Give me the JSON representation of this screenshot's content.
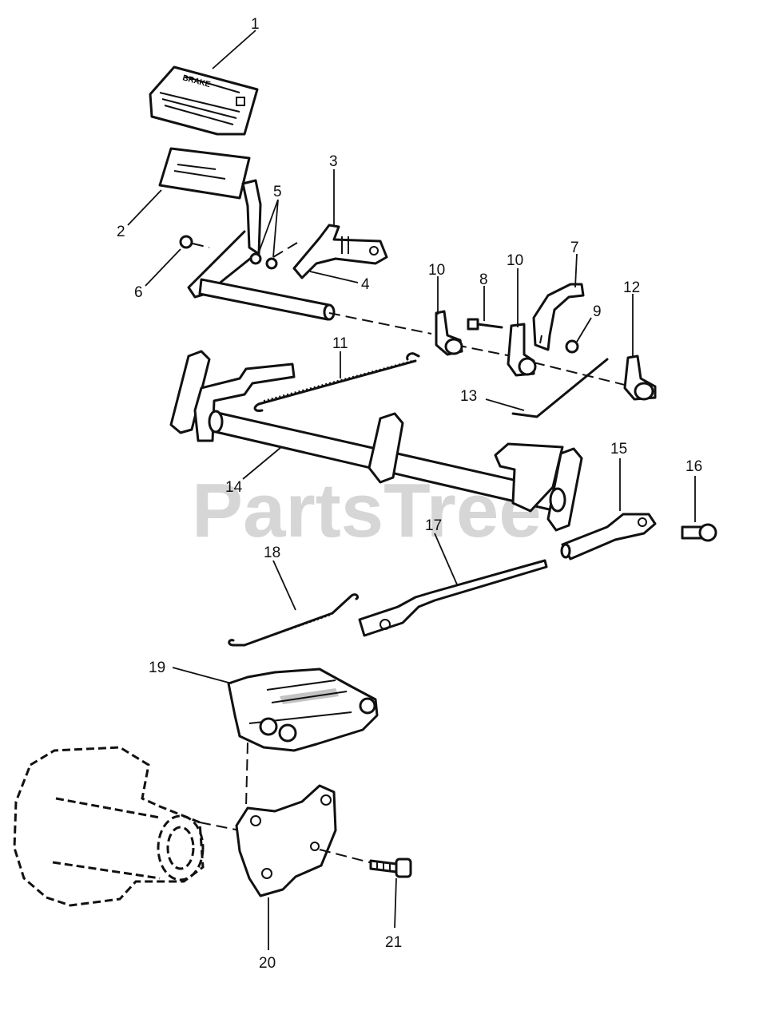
{
  "watermark": "PartsTree",
  "callouts": [
    {
      "id": "callout-1",
      "label": "1"
    },
    {
      "id": "callout-2",
      "label": "2"
    },
    {
      "id": "callout-3",
      "label": "3"
    },
    {
      "id": "callout-4",
      "label": "4"
    },
    {
      "id": "callout-5",
      "label": "5"
    },
    {
      "id": "callout-6",
      "label": "6"
    },
    {
      "id": "callout-7",
      "label": "7"
    },
    {
      "id": "callout-8",
      "label": "8"
    },
    {
      "id": "callout-9",
      "label": "9"
    },
    {
      "id": "callout-10a",
      "label": "10"
    },
    {
      "id": "callout-10b",
      "label": "10"
    },
    {
      "id": "callout-11",
      "label": "11"
    },
    {
      "id": "callout-12",
      "label": "12"
    },
    {
      "id": "callout-13",
      "label": "13"
    },
    {
      "id": "callout-14",
      "label": "14"
    },
    {
      "id": "callout-15",
      "label": "15"
    },
    {
      "id": "callout-16",
      "label": "16"
    },
    {
      "id": "callout-17",
      "label": "17"
    },
    {
      "id": "callout-18",
      "label": "18"
    },
    {
      "id": "callout-19",
      "label": "19"
    },
    {
      "id": "callout-20",
      "label": "20"
    },
    {
      "id": "callout-21",
      "label": "21"
    }
  ],
  "colors": {
    "ink": "#111111",
    "watermark": "#d6d6d6",
    "background": "#ffffff"
  }
}
